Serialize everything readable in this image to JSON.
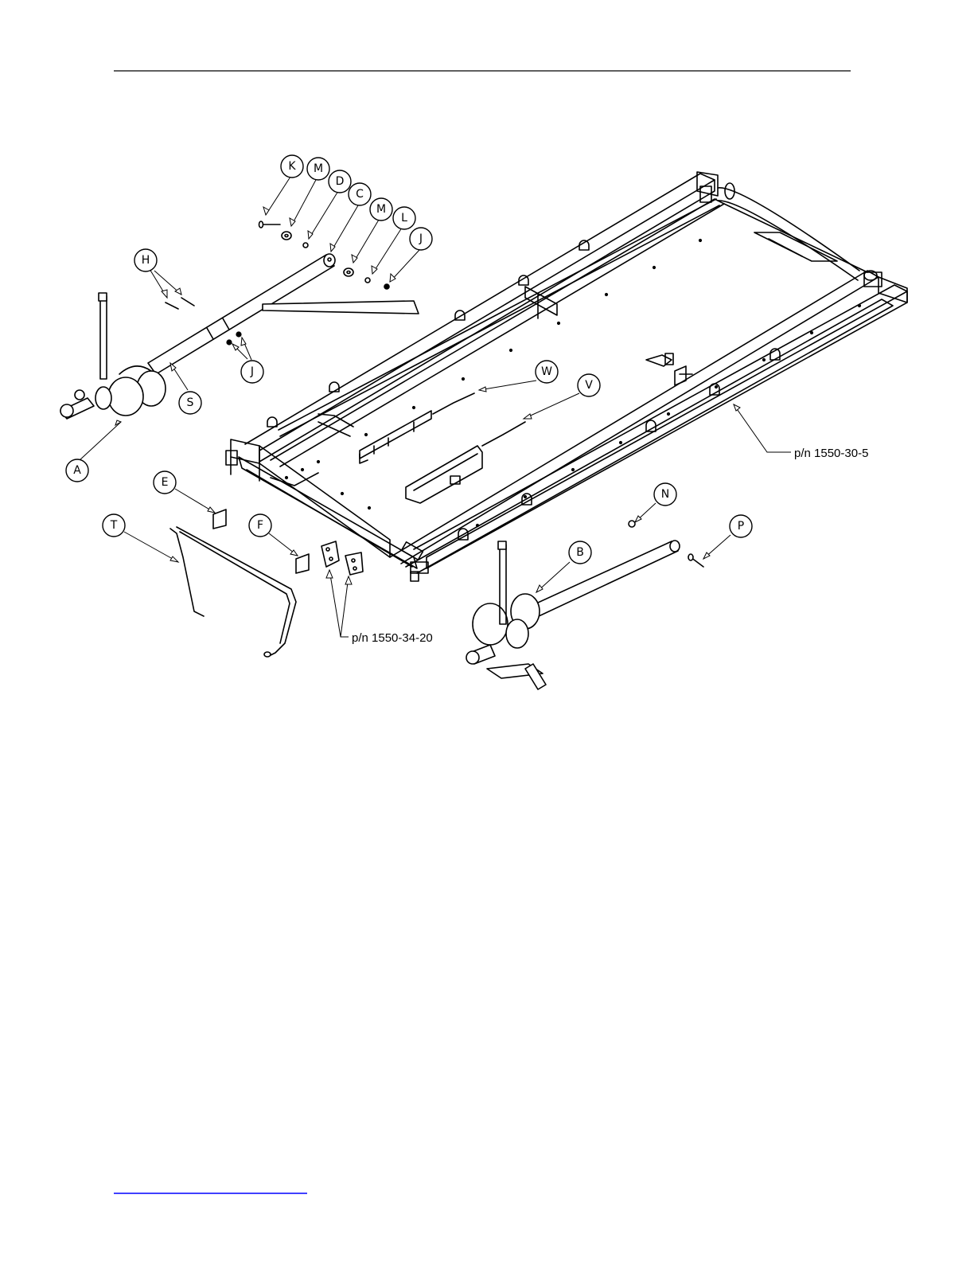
{
  "callouts": {
    "K": "K",
    "M1": "M",
    "D": "D",
    "C": "C",
    "M2": "M",
    "L": "L",
    "J1": "J",
    "H": "H",
    "J2": "J",
    "S": "S",
    "A": "A",
    "W": "W",
    "V": "V",
    "E": "E",
    "F": "F",
    "T": "T",
    "N": "N",
    "P": "P",
    "B": "B"
  },
  "part_numbers": {
    "frame": "p/n 1550-30-5",
    "brackets": "p/n 1550-34-20"
  },
  "colors": {
    "line": "#000000",
    "footer_link": "#0000ff"
  }
}
